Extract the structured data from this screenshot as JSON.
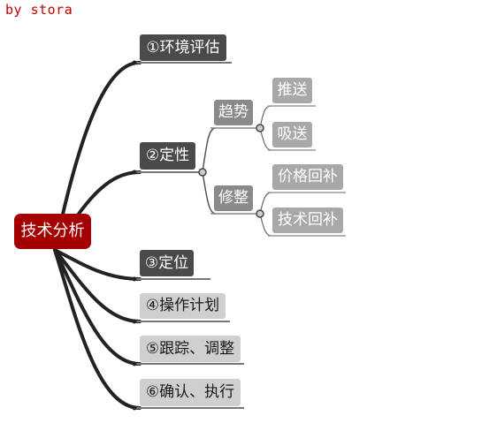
{
  "watermark": "by stora",
  "root": {
    "label": "技术分析"
  },
  "branches": [
    {
      "label": "①环境评估"
    },
    {
      "label": "②定性",
      "children": [
        {
          "label": "趋势",
          "children": [
            {
              "label": "推送"
            },
            {
              "label": "吸送"
            }
          ]
        },
        {
          "label": "修整",
          "children": [
            {
              "label": "价格回补"
            },
            {
              "label": "技术回补"
            }
          ]
        }
      ]
    },
    {
      "label": "③定位"
    },
    {
      "label": "④操作计划"
    },
    {
      "label": "⑤跟踪、调整"
    },
    {
      "label": "⑥确认、执行"
    }
  ],
  "colors": {
    "root_fill": "#a40000",
    "branch_dark_fill": "#4a4a4a",
    "branch_light_fill": "#cfcfcf",
    "sub_fill": "#8a8a8a",
    "leaf_fill": "#a8a8a8",
    "connector": "#222222",
    "watermark": "#c00000"
  }
}
